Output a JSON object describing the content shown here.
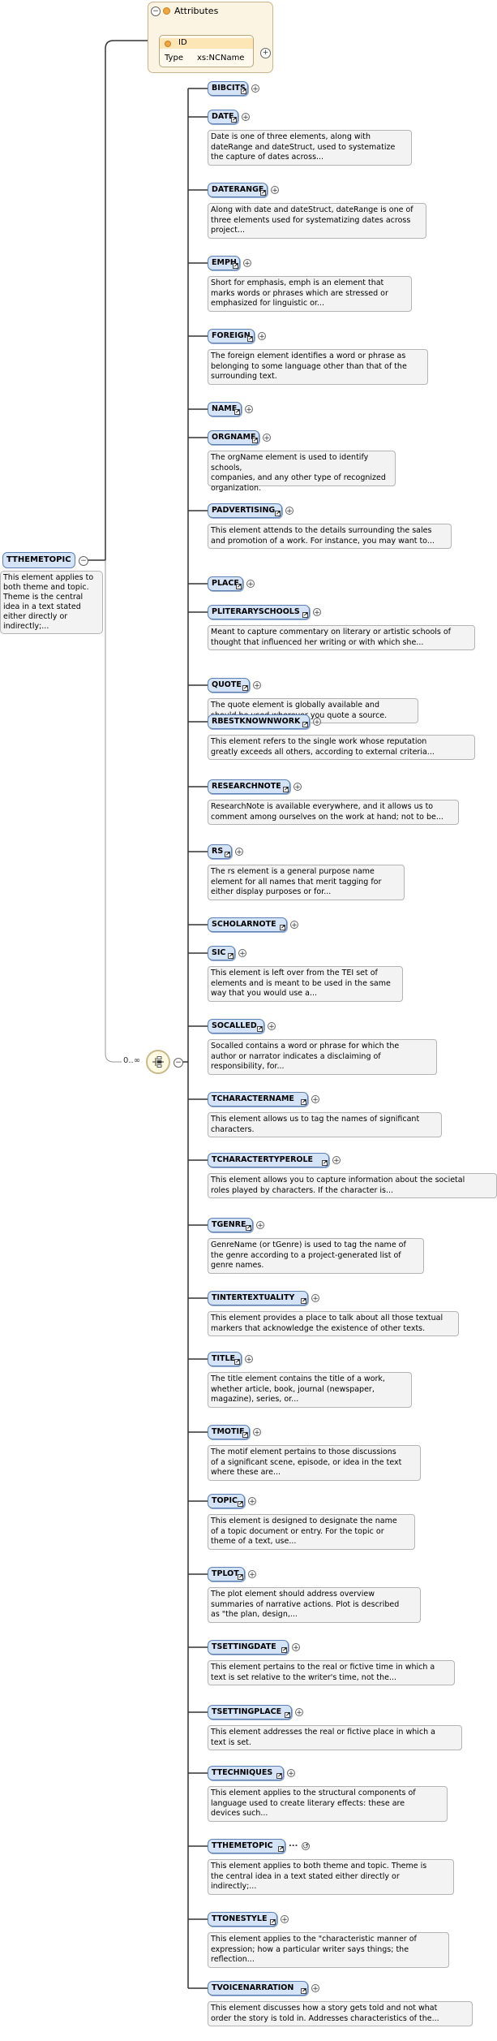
{
  "attributes": {
    "title": "Attributes",
    "attribute_name": "ID",
    "type_label": "Type",
    "type_value": "xs:NCName"
  },
  "root": {
    "name": "TTHEMETOPIC",
    "description": "This element applies to both theme and topic. Theme is the central idea in a text stated either directly or indirectly;..."
  },
  "choice": {
    "occurrence": "0..∞"
  },
  "children": [
    {
      "name": "BIBCITS",
      "description": ""
    },
    {
      "name": "DATE",
      "description": "Date is one of three elements, along with\ndateRange and dateStruct, used to systematize\nthe capture of dates across..."
    },
    {
      "name": "DATERANGE",
      "description": "Along with date and dateStruct, dateRange is one of\nthree elements used for systematizing dates across\nproject..."
    },
    {
      "name": "EMPH",
      "description": "Short for emphasis, emph is an element that\nmarks words or phrases which are stressed or\nemphasized for linguistic or..."
    },
    {
      "name": "FOREIGN",
      "description": "The foreign element identifies a word or phrase as\nbelonging to some language other than that of the\nsurrounding text."
    },
    {
      "name": "NAME",
      "description": ""
    },
    {
      "name": "ORGNAME",
      "description": "The orgName element is used to identify schools,\ncompanies, and any other type of recognized\norganization."
    },
    {
      "name": "PADVERTISING",
      "description": "This element attends to the details surrounding the sales\nand promotion of a work. For instance, you may want to..."
    },
    {
      "name": "PLACE",
      "description": ""
    },
    {
      "name": "PLITERARYSCHOOLS",
      "description": "Meant to capture commentary on literary or artistic schools of\nthought that influenced her writing or with which she..."
    },
    {
      "name": "QUOTE",
      "description": "The quote element is globally available and\nshould be used wherever you quote a source."
    },
    {
      "name": "RBESTKNOWNWORK",
      "description": "This element refers to the single work whose reputation\ngreatly exceeds all others, according to external criteria..."
    },
    {
      "name": "RESEARCHNOTE",
      "description": "ResearchNote is available everywhere, and it allows us to\ncomment among ourselves on the work at hand; not to be..."
    },
    {
      "name": "RS",
      "description": "The rs element is a general purpose name\nelement for all names that merit tagging for\neither display purposes or for..."
    },
    {
      "name": "SCHOLARNOTE",
      "description": ""
    },
    {
      "name": "SIC",
      "description": "This element is left over from the TEI set of\nelements and is meant to be used in the same\nway that you would use a..."
    },
    {
      "name": "SOCALLED",
      "description": "Socalled contains a word or phrase for which the\nauthor or narrator indicates a disclaiming of\nresponsibility, for..."
    },
    {
      "name": "TCHARACTERNAME",
      "description": "This element allows us to tag the names of significant\ncharacters."
    },
    {
      "name": "TCHARACTERTYPEROLE",
      "description": "This element allows you to capture information about the societal\nroles played by characters. If the character is..."
    },
    {
      "name": "TGENRE",
      "description": "GenreName (or tGenre) is used to tag the name of\nthe genre according to a project-generated list of\ngenre names."
    },
    {
      "name": "TINTERTEXTUALITY",
      "description": "This element provides a place to talk about all those textual\nmarkers that acknowledge the existence of other texts."
    },
    {
      "name": "TITLE",
      "description": "The title element contains the title of a work,\nwhether article, book, journal (newspaper,\nmagazine), series, or..."
    },
    {
      "name": "TMOTIF",
      "description": "The motif element pertains to those discussions\nof a significant scene, episode, or idea in the text\nwhere these are..."
    },
    {
      "name": "TOPIC",
      "description": "This element is designed to designate the name\nof a topic document or entry. For the topic or\ntheme of a text, use..."
    },
    {
      "name": "TPLOT",
      "description": "The plot element should address overview\nsummaries of narrative actions. Plot is described\nas \"the plan, design,..."
    },
    {
      "name": "TSETTINGDATE",
      "description": "This element pertains to the real or fictive time in which a\ntext is set relative to the writer's time, not the..."
    },
    {
      "name": "TSETTINGPLACE",
      "description": "This element addresses the real or fictive place in which a\ntext is set."
    },
    {
      "name": "TTECHNIQUES",
      "description": "This element applies to the structural components of\nlanguage used to create literary effects: these are\ndevices such..."
    },
    {
      "name": "TTHEMETOPIC",
      "description": "This element applies to both theme and topic. Theme is\nthe central idea in a text stated either directly or\nindirectly;..."
    },
    {
      "name": "TTONESTYLE",
      "description": "This element applies to the \"characteristic manner of\nexpression; how a particular writer says things; the\nreflection..."
    },
    {
      "name": "TVOICENARRATION",
      "description": "This element discusses how a story gets told and not what\norder the story is told in. Addresses characteristics of the..."
    }
  ]
}
